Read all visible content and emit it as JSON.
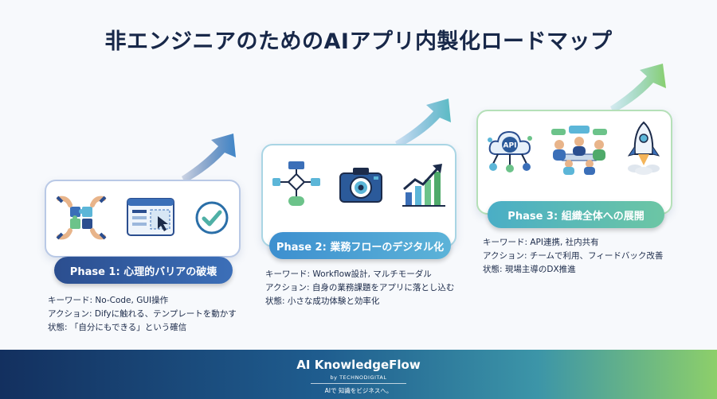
{
  "title": "非エンジニアのためのAIアプリ内製化ロードマップ",
  "phases": [
    {
      "label": "Phase 1: 心理的バリアの破壊",
      "keyword": "キーワード: No-Code, GUI操作",
      "action": "アクション: Difyに触れる、テンプレートを動かす",
      "state": "状態: 「自分にもできる」という確信"
    },
    {
      "label": "Phase 2: 業務フローのデジタル化",
      "keyword": "キーワード: Workflow設計, マルチモーダル",
      "action": "アクション: 自身の業務課題をアプリに落とし込む",
      "state": "状態: 小さな成功体験と効率化"
    },
    {
      "label": "Phase 3: 組織全体への展開",
      "keyword": "キーワード: API連携, 社内共有",
      "action": "アクション: チームで利用、フィードバック改善",
      "state": "状態: 現場主導のDX推進"
    }
  ],
  "icons": {
    "api_text": "API"
  },
  "footer": {
    "brand": "AI KnowledgeFlow",
    "byline": "by TECHNODIGITAL",
    "tagline": "AIで 知識をビジネスへ。"
  },
  "colors": {
    "navy": "#182849",
    "phase1": "#2b4e8f",
    "phase2": "#3d8fcf",
    "phase3": "#6cc6a4"
  }
}
